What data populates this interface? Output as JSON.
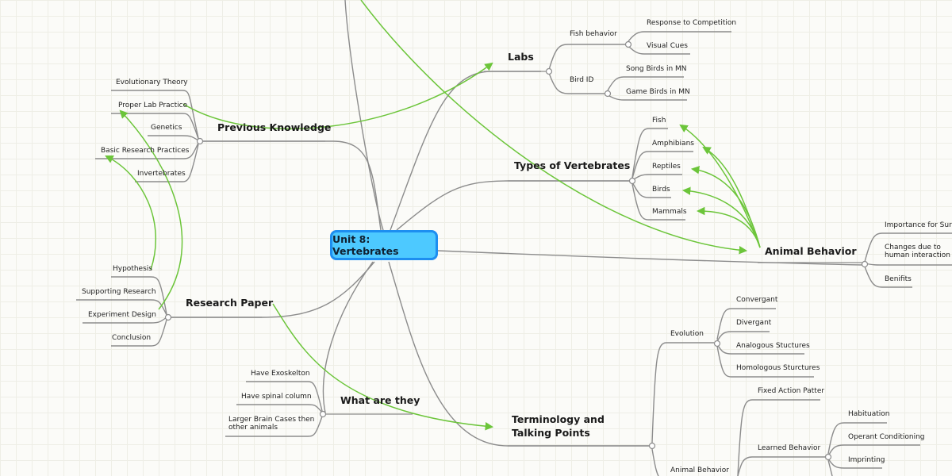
{
  "root": "Unit 8: Vertebrates",
  "topics": {
    "labs": {
      "title": "Labs",
      "fish_behavior": {
        "label": "Fish behavior",
        "items": [
          "Response to Competition",
          "Visual Cues"
        ]
      },
      "bird_id": {
        "label": "Bird ID",
        "items": [
          "Song Birds in MN",
          "Game Birds in MN"
        ]
      }
    },
    "previous_knowledge": {
      "title": "Previous Knowledge",
      "items": [
        "Evolutionary Theory",
        "Proper Lab Practice",
        "Genetics",
        "Basic Research Practices",
        "Invertebrates"
      ]
    },
    "types": {
      "title": "Types of Vertebrates",
      "items": [
        "Fish",
        "Amphibians",
        "Reptiles",
        "Birds",
        "Mammals"
      ]
    },
    "animal_behavior": {
      "title": "Animal Behavior",
      "items": [
        "Importance for Survival",
        "Changes due to human interaction",
        "Benifits"
      ]
    },
    "research_paper": {
      "title": "Research Paper",
      "items": [
        "Hypothesis",
        "Supporting Research",
        "Experiment Design",
        "Conclusion"
      ]
    },
    "what_are_they": {
      "title": "What are they",
      "items": [
        "Have Exoskelton",
        "Have spinal column",
        "Larger Brain Cases then other animals"
      ]
    },
    "terminology": {
      "title": "Terminology and Talking Points",
      "evolution": {
        "label": "Evolution",
        "items": [
          "Convergant",
          "Divergant",
          "Analogous Stuctures",
          "Homologous Sturctures"
        ]
      },
      "animal_behavior": {
        "label": "Animal Behavior",
        "fixed": "Fixed Action Patter",
        "learned": {
          "label": "Learned Behavior",
          "items": [
            "Habituation",
            "Operant Conditioning",
            "Imprinting"
          ]
        }
      }
    }
  },
  "colors": {
    "root_fill": "#4dc9ff",
    "root_border": "#1d8ef0",
    "link": "#8c8c8c",
    "relationship": "#6cc53a"
  }
}
